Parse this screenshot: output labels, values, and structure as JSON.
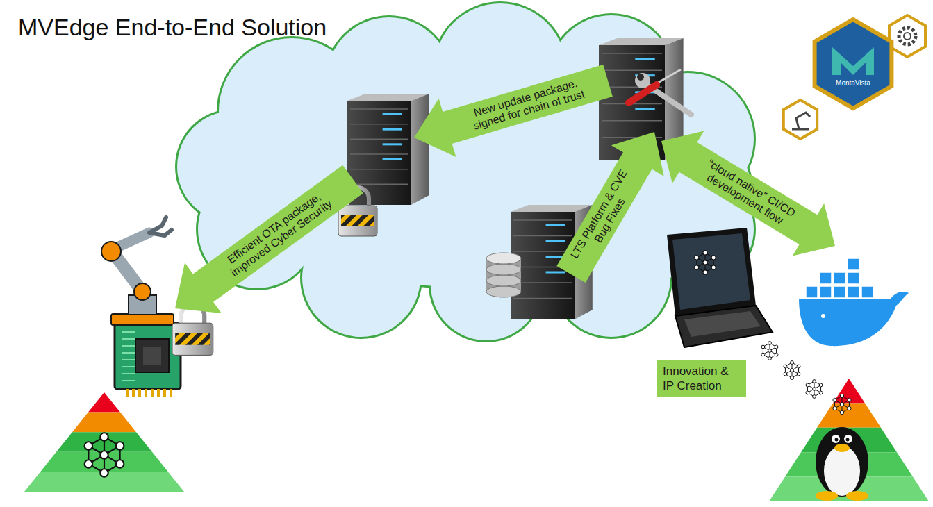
{
  "diagram": {
    "title": "MVEdge End-to-End Solution",
    "nodes": [
      {
        "text": [
          "Innovation & IP Creation"
        ]
      }
    ],
    "labels": [
      "New update package, signed for chain of trust",
      "“cloud native” CI/CD development flow",
      "LTS Platform & CVE Bug Fixes",
      "Efficient OTA package, improved Cyber Security",
      "MontaVista"
    ]
  }
}
